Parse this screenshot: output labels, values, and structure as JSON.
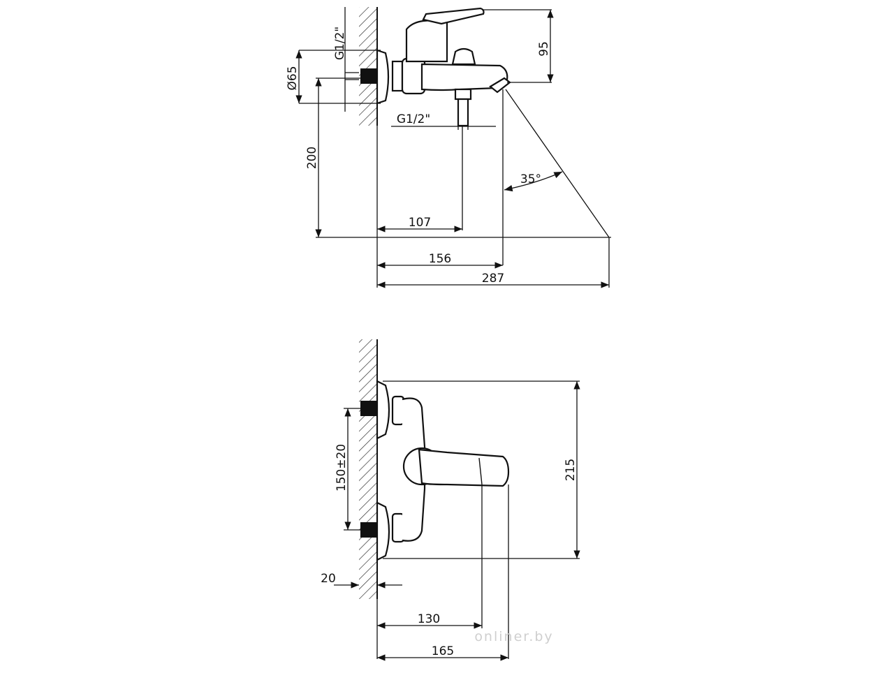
{
  "top_view": {
    "thread_top": "G1/2\"",
    "diameter": "Ø65",
    "height_95": "95",
    "height_200": "200",
    "thread_bottom": "G1/2\"",
    "angle": "35°",
    "dim_107": "107",
    "dim_156": "156",
    "dim_287": "287"
  },
  "front_view": {
    "dim_215": "215",
    "dim_150": "150±20",
    "dim_20": "20",
    "dim_130": "130",
    "dim_165": "165"
  },
  "watermark": "onliner.by"
}
